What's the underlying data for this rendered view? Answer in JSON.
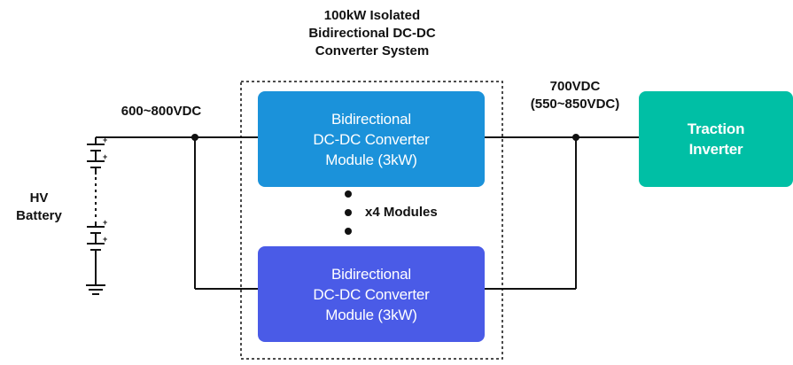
{
  "system": {
    "title": "100kW Isolated\nBidirectional DC-DC\nConverter System"
  },
  "battery": {
    "label": "HV\nBattery"
  },
  "input": {
    "voltage": "600~800VDC"
  },
  "output": {
    "voltage": "700VDC\n(550~850VDC)"
  },
  "modules": {
    "top_label": "Bidirectional\nDC-DC Converter\nModule (3kW)",
    "bottom_label": "Bidirectional\nDC-DC Converter\nModule (3kW)",
    "count_label": "x4 Modules"
  },
  "load": {
    "label": "Traction\nInverter"
  },
  "colors": {
    "module_top": "#1b92da",
    "module_bottom": "#4a5be7",
    "traction_inverter": "#00bfa5",
    "wire": "#111111"
  }
}
